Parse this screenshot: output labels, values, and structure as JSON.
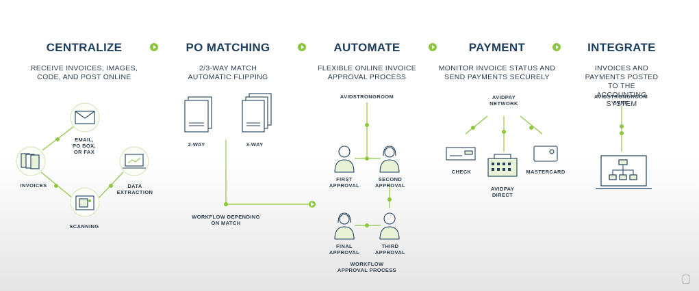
{
  "columns": [
    {
      "id": "centralize",
      "title": "CENTRALIZE",
      "subtitle": "RECEIVE INVOICES, IMAGES,\nCODE, AND POST ONLINE"
    },
    {
      "id": "po",
      "title": "PO MATCHING",
      "subtitle": "2/3-WAY MATCH\nAUTOMATIC FLIPPING"
    },
    {
      "id": "automate",
      "title": "AUTOMATE",
      "subtitle": "FLEXIBLE ONLINE INVOICE\nAPPROVAL PROCESS"
    },
    {
      "id": "payment",
      "title": "PAYMENT",
      "subtitle": "MONITOR INVOICE STATUS AND\nSEND PAYMENTS SECURELY"
    },
    {
      "id": "integrate",
      "title": "INTEGRATE",
      "subtitle": "INVOICES AND PAYMENTS POSTED\nTO THE ACCOUNTING SYSTEM"
    }
  ],
  "centralize": {
    "email": "EMAIL,\nPO BOX,\nOR FAX",
    "invoices": "INVOICES",
    "data_extraction": "DATA\nEXTRACTION",
    "scanning": "SCANNING"
  },
  "po": {
    "two_way": "2-WAY",
    "three_way": "3-WAY",
    "workflow": "WORKFLOW DEPENDING\nON MATCH"
  },
  "automate": {
    "source": "AVIDSTRONGROOM",
    "first": "FIRST\nAPPROVAL",
    "second": "SECOND\nAPPROVAL",
    "final": "FINAL\nAPPROVAL",
    "third": "THIRD\nAPPROVAL",
    "workflow": "WORKFLOW\nAPPROVAL PROCESS"
  },
  "payment": {
    "network": "AVIDPAY\nNETWORK",
    "check": "CHECK",
    "mastercard": "MASTERCARD",
    "direct": "AVIDPAY\nDIRECT"
  },
  "integrate": {
    "sync": "AVIDSTRONGROOM\nSYNC"
  },
  "colors": {
    "accent": "#8dc63f",
    "navy": "#1d3e5e",
    "icon_fill": "#e8f2d6"
  }
}
